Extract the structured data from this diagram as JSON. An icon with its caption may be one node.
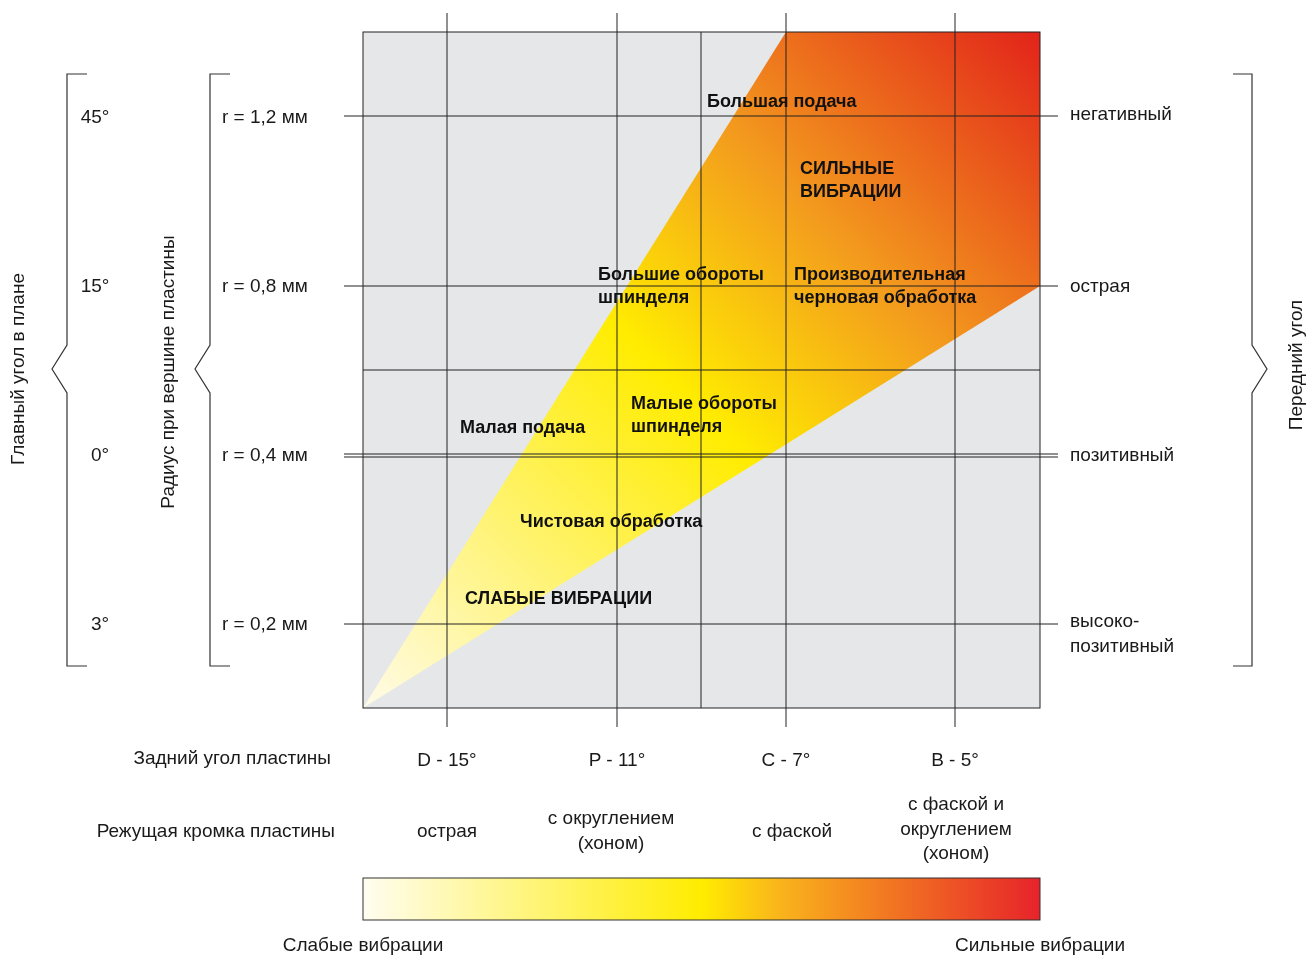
{
  "diagram": {
    "nodes": [
      {
        "text": [],
        "shape": "bar",
        "beside": [
          "Слабые вибрации",
          "Сильные вибрации"
        ]
      }
    ],
    "labels": [
      "45°",
      "r = 1,2 мм",
      "Большая подача",
      "негативный",
      "СИЛЬНЫЕ ВИБРАЦИИ",
      "Главный угол в плане",
      "Радиус при вершине пластины",
      "15°",
      "r = 0,8 мм",
      "Большие обороты шпинделя",
      "Производительная черновая обработка",
      "острая",
      "Передний угол",
      "Малые обороты шпинделя",
      "Малая подача",
      "0°",
      "r = 0,4 мм",
      "позитивный",
      "Чистовая обработка",
      "СЛАБЫЕ ВИБРАЦИИ",
      "3°",
      "r = 0,2 мм",
      "высоко- позитивный",
      "Задний угол пластины",
      "D - 15°",
      "P - 11°",
      "C - 7°",
      "B - 5°",
      "Режущая кромка пластины",
      "острая",
      "с округлением (хоном)",
      "с фаской",
      "с фаской и округлением (хоном)"
    ]
  }
}
